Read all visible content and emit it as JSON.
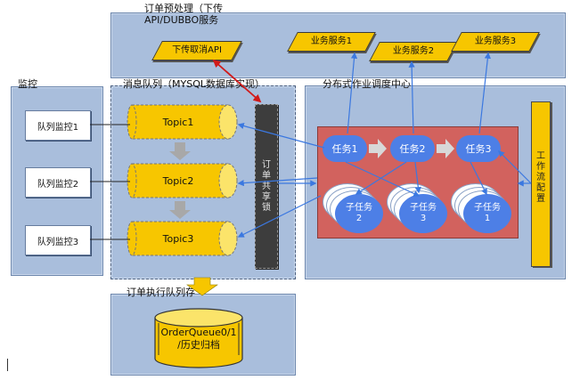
{
  "top": {
    "title_line1": "订单预处理（下传",
    "title_line2": "API/DUBBO服务",
    "cancel_api": "下传取消API",
    "services": [
      "业务服务1",
      "业务服务2",
      "业务服务3"
    ]
  },
  "monitor": {
    "title": "监控",
    "items": [
      "队列监控1",
      "队列监控2",
      "队列监控3"
    ]
  },
  "mq": {
    "title": "消息队列（MYSQL数据库实现）",
    "topics": [
      "Topic1",
      "Topic2",
      "Topic3"
    ],
    "lock_chars": [
      "订",
      "单",
      "共",
      "享",
      "锁"
    ]
  },
  "scheduler": {
    "title": "分布式作业调度中心",
    "tasks": [
      "任务1",
      "任务2",
      "任务3"
    ],
    "subtasks": [
      {
        "line1": "子任务",
        "line2": "2"
      },
      {
        "line1": "子任务",
        "line2": "3"
      },
      {
        "line1": "子任务",
        "line2": "1"
      }
    ],
    "workflow_chars": [
      "工",
      "作",
      "流",
      "配",
      "置"
    ]
  },
  "exec": {
    "title": "订单执行队列存",
    "db_line1": "OrderQueue0/1",
    "db_line2": "/历史归档"
  },
  "colors": {
    "panel": "#a9bedc",
    "yellow": "#f7c600",
    "task_blue": "#4d7fe6",
    "scheduler_red": "#d2625e",
    "lock_dark": "#3d3d3d",
    "arrow_red": "#d11a1a",
    "arrow_blue": "#3b78e0",
    "arrow_grey": "#a8a8a8"
  }
}
